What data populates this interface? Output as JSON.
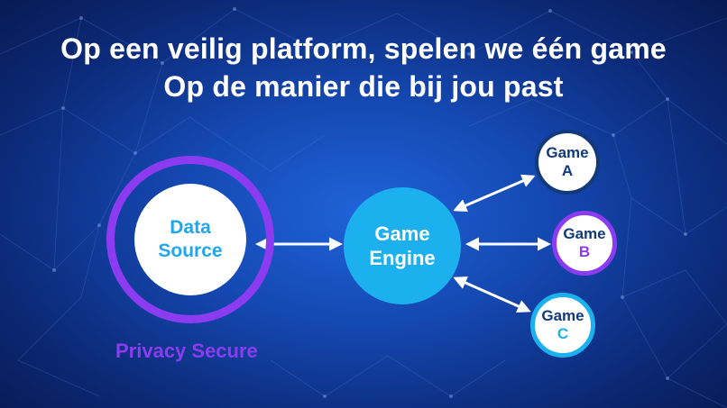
{
  "headline": {
    "line1": "Op een veilig platform, spelen we één game",
    "line2": "Op de manier die bij jou past"
  },
  "nodes": {
    "data_source": {
      "line1": "Data",
      "line2": "Source"
    },
    "game_engine": {
      "line1": "Game",
      "line2": "Engine"
    },
    "game_a": {
      "line1": "Game",
      "line2": "A"
    },
    "game_b": {
      "line1": "Game",
      "line2": "B"
    },
    "game_c": {
      "line1": "Game",
      "line2": "C"
    }
  },
  "caption": "Privacy Secure",
  "colors": {
    "background": "#1447b0",
    "accent_purple": "#8b3cf0",
    "accent_cyan": "#1cb0ee",
    "navy": "#123a7a",
    "text_white": "#ffffff"
  },
  "connectors": [
    {
      "from": "Data Source",
      "to": "Game Engine",
      "style": "double-arrow"
    },
    {
      "from": "Game Engine",
      "to": "Game A",
      "style": "double-arrow"
    },
    {
      "from": "Game Engine",
      "to": "Game B",
      "style": "double-arrow"
    },
    {
      "from": "Game Engine",
      "to": "Game C",
      "style": "double-arrow"
    }
  ]
}
